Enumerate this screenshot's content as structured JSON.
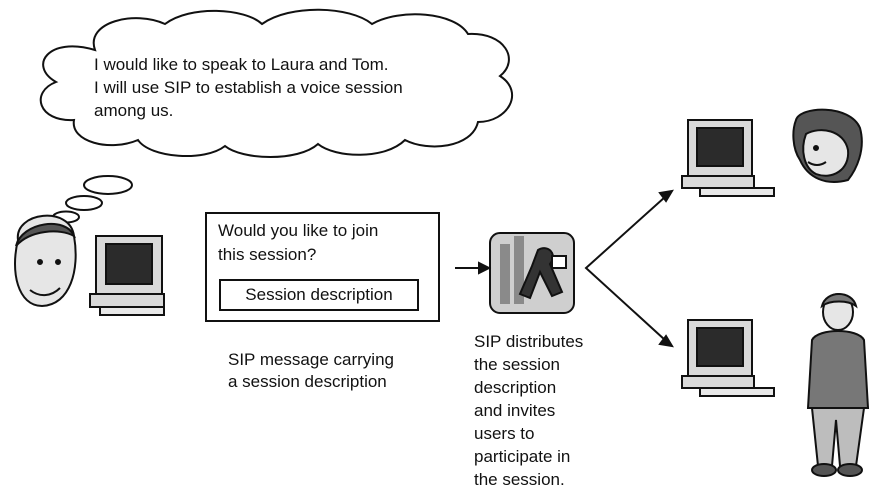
{
  "thought": {
    "line1": "I would like to speak to Laura and Tom.",
    "line2": "I will use SIP to establish a voice session",
    "line3": "among us."
  },
  "message_box": {
    "question_line1": "Would you like to join",
    "question_line2": "this session?",
    "inner_label": "Session description"
  },
  "captions": {
    "message_line1": "SIP message carrying",
    "message_line2": "a session description",
    "sip_lines": [
      "SIP distributes",
      "the session",
      "description",
      "and invites",
      "users to",
      "participate in",
      "the session."
    ]
  },
  "colors": {
    "ink": "#111111",
    "screen": "#2b2b2b",
    "monitor": "#d9d9d9",
    "figure": "#bdbdbd"
  }
}
